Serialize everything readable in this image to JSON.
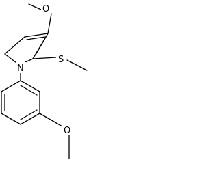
{
  "molecule": {
    "atoms": {
      "oxygen_top": "O",
      "sulfur": "S",
      "nitrogen": "N",
      "oxygen_bottom": "O"
    }
  }
}
